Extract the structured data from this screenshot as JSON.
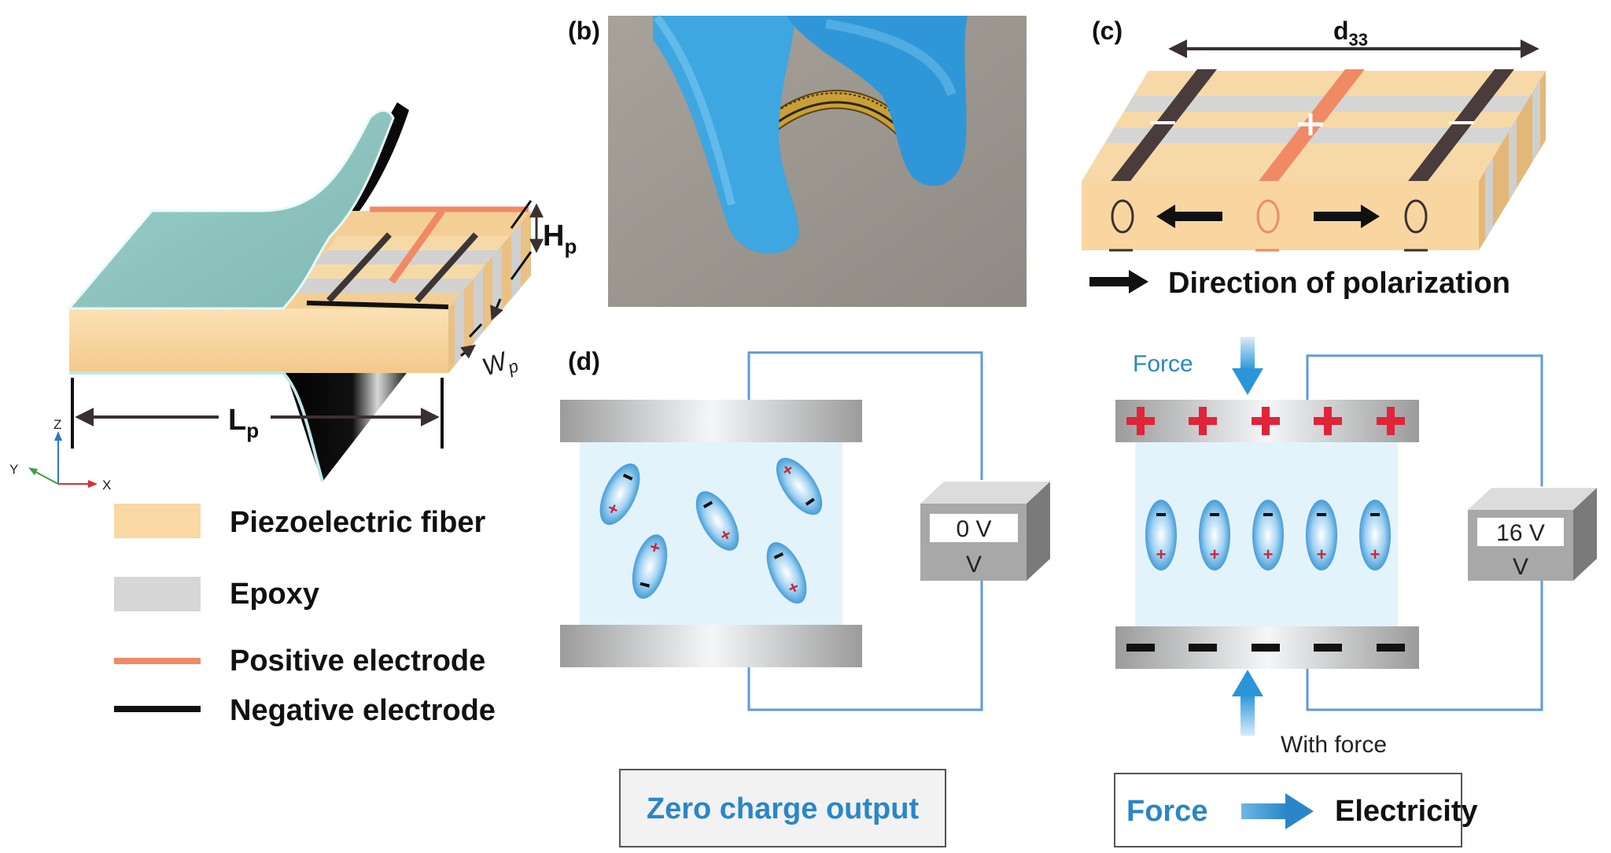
{
  "panel_labels": {
    "b": "(b)",
    "c": "(c)",
    "d": "(d)"
  },
  "panel_a": {
    "dim_height": "H",
    "dim_height_sub": "p",
    "dim_width": "W",
    "dim_width_sub": "p",
    "dim_length": "L",
    "dim_length_sub": "p",
    "axis_z": "Z",
    "axis_y": "Y",
    "axis_x": "X"
  },
  "legend": [
    {
      "label": "Piezoelectric fiber",
      "color": "#f9d8a4"
    },
    {
      "label": "Epoxy",
      "color": "#d6d6d6"
    },
    {
      "label": "Positive electrode",
      "color": "#f08a64"
    },
    {
      "label": "Negative electrode",
      "color": "#111111"
    }
  ],
  "panel_c": {
    "d33_main": "d",
    "d33_sub": "33",
    "polarization_label": "Direction of polarization"
  },
  "panel_d": {
    "left_voltage": "0 V",
    "left_unit": "V",
    "left_caption": "Zero charge output",
    "right_voltage": "16 V",
    "right_unit": "V",
    "force_top": "Force",
    "with_force": "With force",
    "caption_force": "Force",
    "caption_electricity": "Electricity"
  },
  "colors": {
    "accent_blue": "#2a86c8",
    "wire_blue": "#5a9bde",
    "plus_red": "#e0243a",
    "fiber": "#f9d8a4",
    "positive": "#f08a64"
  }
}
